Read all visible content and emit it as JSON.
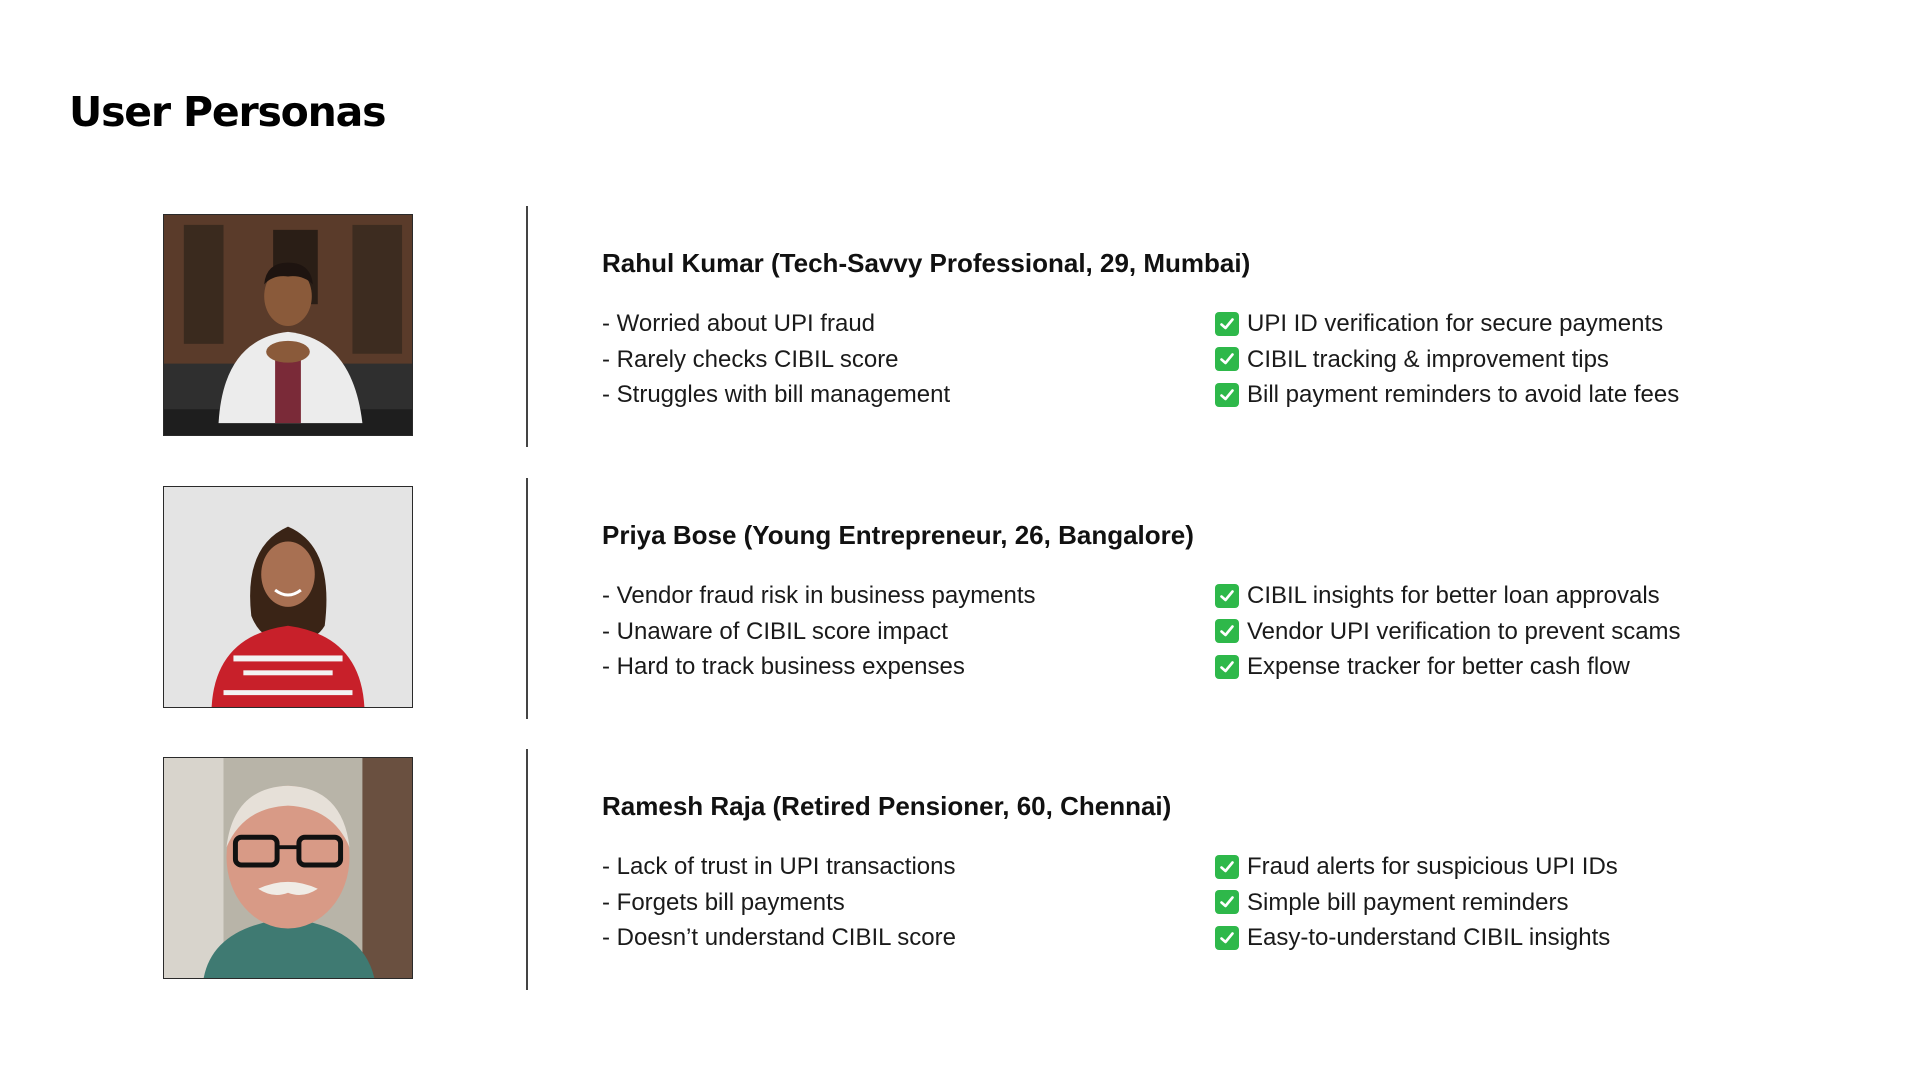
{
  "page": {
    "title": "User Personas"
  },
  "personas": [
    {
      "name": "Rahul Kumar (Tech-Savvy Professional, 29, Mumbai)",
      "photo": "Photo of a young man in a white jacket seated at a table",
      "pain_points": [
        "- Worried about UPI fraud",
        "- Rarely checks CIBIL score",
        "- Struggles with bill management"
      ],
      "solutions": [
        "UPI ID verification for secure payments",
        "CIBIL tracking & improvement tips",
        "Bill payment reminders to avoid late fees"
      ]
    },
    {
      "name": "Priya Bose (Young Entrepreneur, 26, Bangalore)",
      "photo": "Photo of a smiling young woman in a red holiday sweater",
      "pain_points": [
        "- Vendor fraud risk in business payments",
        "- Unaware of CIBIL score impact",
        "- Hard to track business expenses"
      ],
      "solutions": [
        "CIBIL insights for better loan approvals",
        "Vendor UPI verification to prevent scams",
        "Expense tracker for better cash flow"
      ]
    },
    {
      "name": "Ramesh Raja (Retired Pensioner, 60, Chennai)",
      "photo": "Photo of an elderly man with glasses and a white mustache",
      "pain_points": [
        "- Lack of trust in UPI transactions",
        "- Forgets bill payments",
        "- Doesn’t understand CIBIL score"
      ],
      "solutions": [
        "Fraud alerts for suspicious UPI IDs",
        "Simple bill payment reminders",
        "Easy-to-understand CIBIL insights"
      ]
    }
  ],
  "icons": {
    "solution_marker": "check-mark-icon"
  },
  "colors": {
    "check": "#2eb84a",
    "text": "#111111",
    "divider": "#444444"
  }
}
